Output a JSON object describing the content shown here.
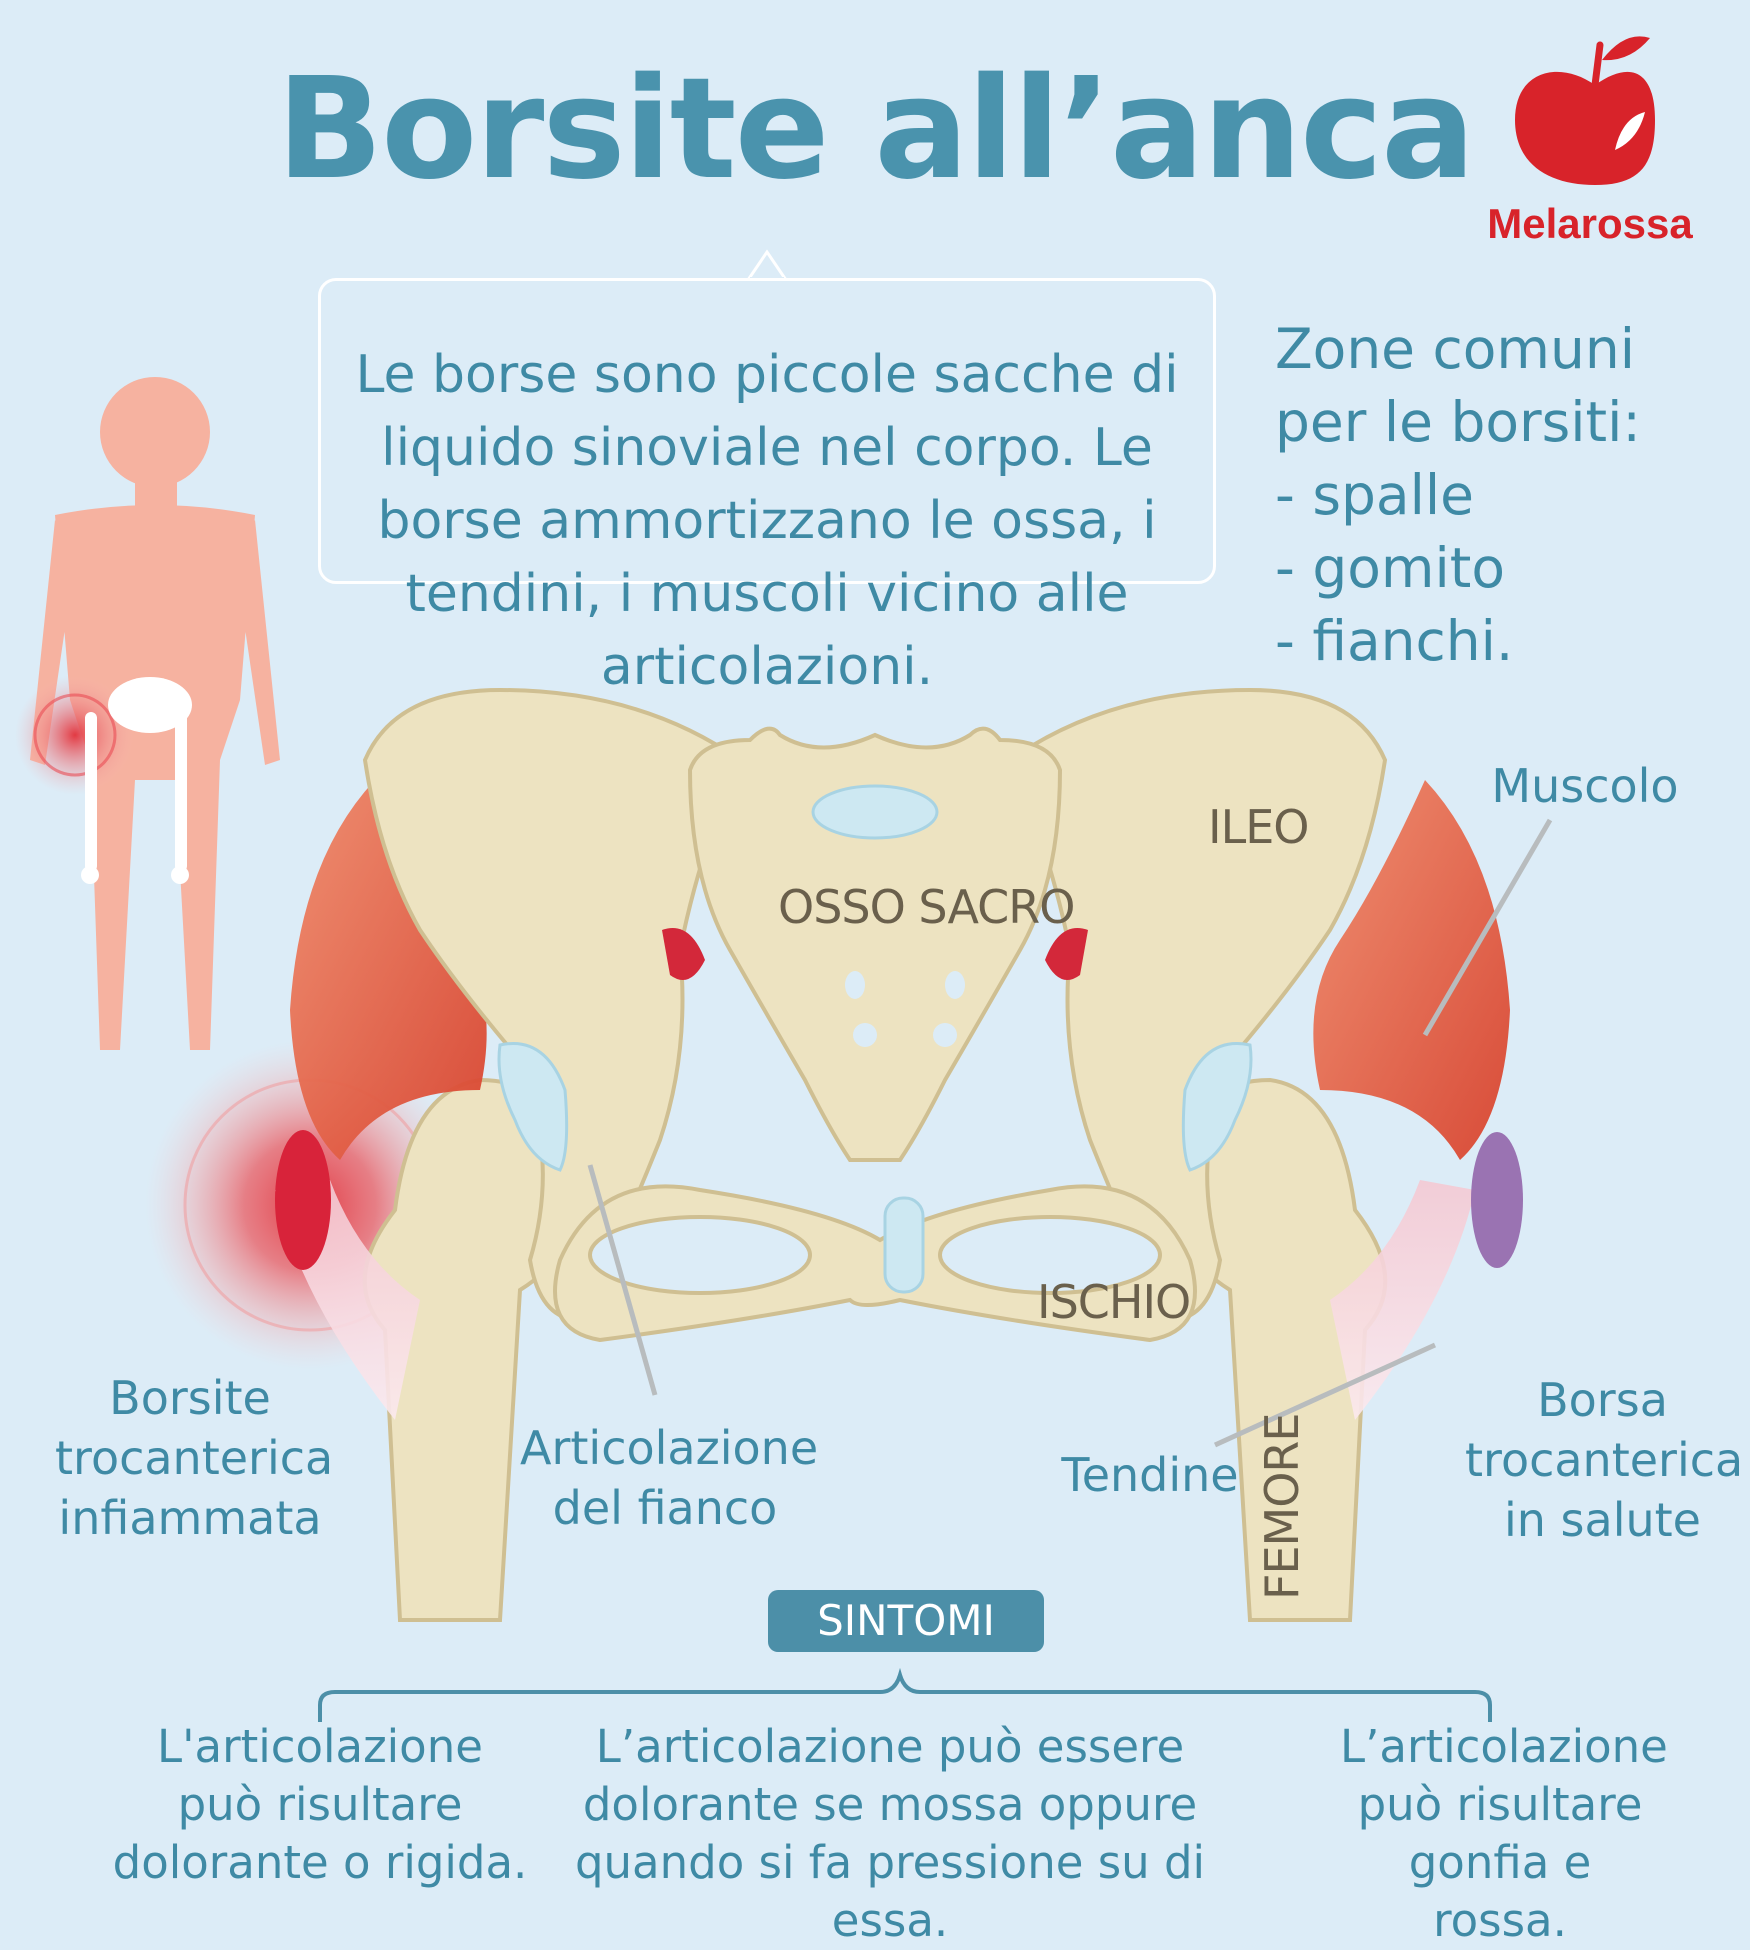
{
  "title": "Borsite all’anca",
  "brand": {
    "name": "Melarossa",
    "colors": {
      "accent": "#d8232a",
      "text": "#3f8aa5",
      "background": "#dcecf7"
    }
  },
  "intro": "Le borse sono piccole sacche di liquido sinoviale nel corpo. Le borse ammortizzano le ossa, i tendini, i muscoli vicino alle articolazioni.",
  "zones": {
    "heading": "Zone comuni per le borsiti:",
    "items": [
      "- spalle",
      "- gomito",
      "- fianchi."
    ]
  },
  "bones": {
    "ileo": "ILEO",
    "osso_sacro": "OSSO SACRO",
    "ischio": "ISCHIO",
    "femore": "FEMORE"
  },
  "labels": {
    "muscolo": "Muscolo",
    "borsite_infiammata": "Borsite trocanterica infiammata",
    "articolazione": "Articolazione del fianco",
    "tendine": "Tendine",
    "borsa_salute": "Borsa trocanterica in salute"
  },
  "symptoms": {
    "heading": "SINTOMI",
    "items": [
      "L'articolazione può risultare dolorante o rigida.",
      "L’articolazione può essere dolorante se mossa oppure quando si fa pressione su di essa.",
      "L’articolazione può risultare gonfia e rossa."
    ]
  },
  "icons": [
    "apple-logo-icon",
    "human-figure-icon",
    "pelvis-illustration"
  ]
}
